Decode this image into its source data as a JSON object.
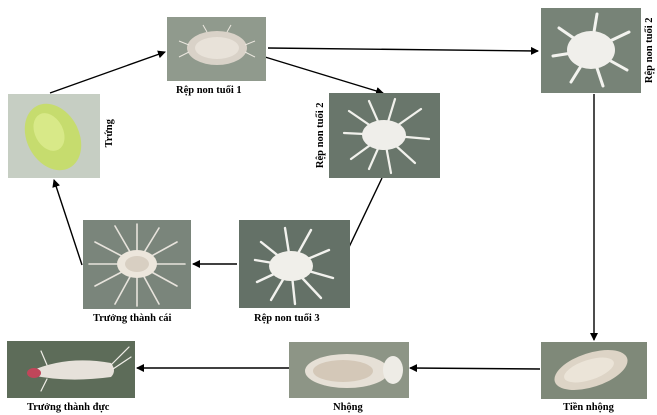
{
  "stages": {
    "egg": "Trứng",
    "nymph1": "Rệp non tuổi 1",
    "nymph2_center": "Rệp non tuổi 2",
    "nymph2_right": "Rệp non tuổi 2",
    "nymph3": "Rệp non tuổi 3",
    "adult_female": "Trưởng thành cái",
    "prepupa": "Tiền nhộng",
    "pupa": "Nhộng",
    "adult_male": "Trưởng thành đực"
  },
  "colors": {
    "background": "#ffffff",
    "arrow": "#000000",
    "leaf_dark": "#55605a",
    "leaf_light": "#9aa39a",
    "egg_green": "#cfe07a",
    "wax_white": "#f2f2ee"
  }
}
